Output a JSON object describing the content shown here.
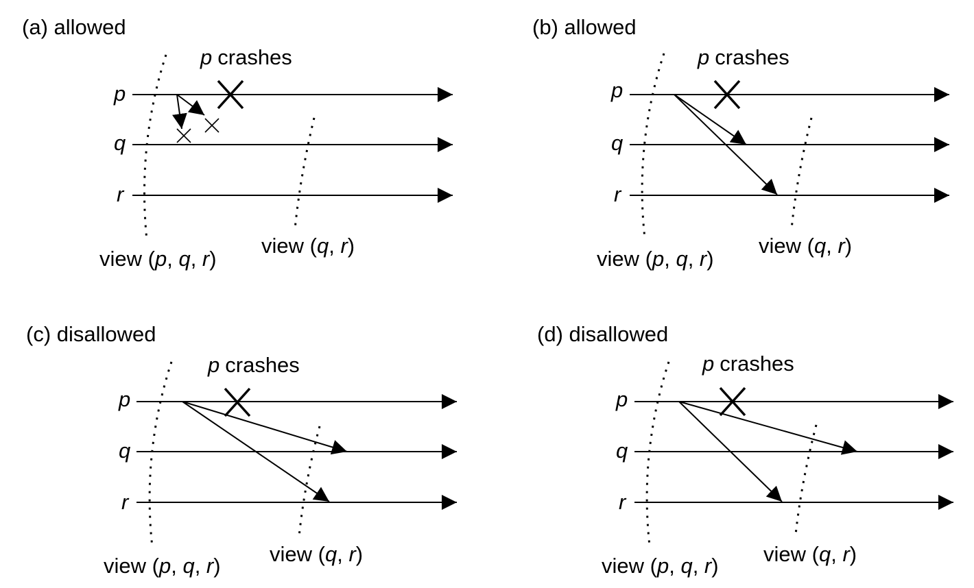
{
  "panels": [
    {
      "label": "(a) allowed",
      "crash_label_p": "p",
      "crash_label_text": "crashes",
      "process_labels": [
        "p",
        "q",
        "r"
      ],
      "view1": {
        "prefix": "view (",
        "members": [
          "p",
          "q",
          "r"
        ],
        "suffix": ")"
      },
      "view2": {
        "prefix": "view (",
        "members": [
          "q",
          "r"
        ],
        "suffix": ")"
      }
    },
    {
      "label": "(b) allowed",
      "crash_label_p": "p",
      "crash_label_text": "crashes",
      "process_labels": [
        "p",
        "q",
        "r"
      ],
      "view1": {
        "prefix": "view (",
        "members": [
          "p",
          "q",
          "r"
        ],
        "suffix": ")"
      },
      "view2": {
        "prefix": "view (",
        "members": [
          "q",
          "r"
        ],
        "suffix": ")"
      }
    },
    {
      "label": "(c) disallowed",
      "crash_label_p": "p",
      "crash_label_text": "crashes",
      "process_labels": [
        "p",
        "q",
        "r"
      ],
      "view1": {
        "prefix": "view (",
        "members": [
          "p",
          "q",
          "r"
        ],
        "suffix": ")"
      },
      "view2": {
        "prefix": "view (",
        "members": [
          "q",
          "r"
        ],
        "suffix": ")"
      }
    },
    {
      "label": "(d) disallowed",
      "crash_label_p": "p",
      "crash_label_text": "crashes",
      "process_labels": [
        "p",
        "q",
        "r"
      ],
      "view1": {
        "prefix": "view (",
        "members": [
          "p",
          "q",
          "r"
        ],
        "suffix": ")"
      },
      "view2": {
        "prefix": "view (",
        "members": [
          "q",
          "r"
        ],
        "suffix": ")"
      }
    }
  ],
  "sep": ", "
}
